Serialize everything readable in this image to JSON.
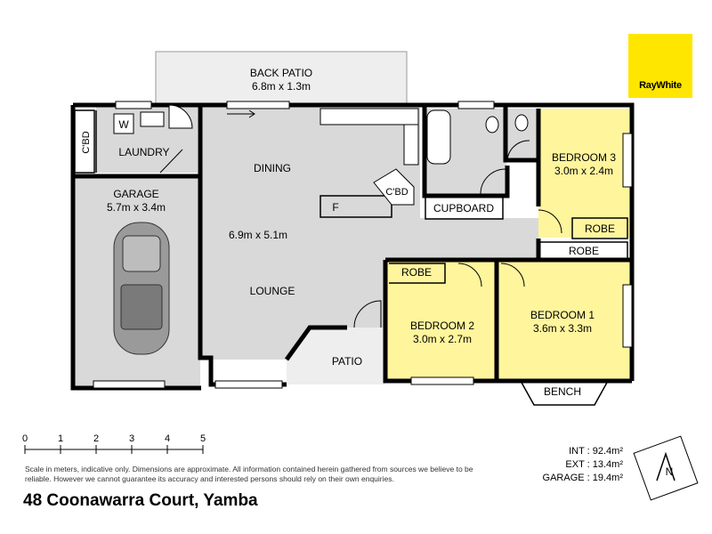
{
  "brand": {
    "name": "RayWhite",
    "color": "#ffe600"
  },
  "rooms": {
    "back_patio": {
      "name": "BACK PATIO",
      "size": "6.8m x 1.3m"
    },
    "laundry": {
      "name": "LAUNDRY",
      "washer": "W"
    },
    "cbd_left": "C'BD",
    "garage": {
      "name": "GARAGE",
      "size": "5.7m x 3.4m"
    },
    "dining": "DINING",
    "dining_lounge_size": "6.9m x 5.1m",
    "lounge": "LOUNGE",
    "kitchen_cbd": "C'BD",
    "fridge": "F",
    "cupboard": "CUPBOARD",
    "bedroom3": {
      "name": "BEDROOM 3",
      "size": "3.0m x 2.4m",
      "robe": "ROBE"
    },
    "bedroom1": {
      "name": "BEDROOM 1",
      "size": "3.6m x 3.3m",
      "robe": "ROBE"
    },
    "bedroom2": {
      "name": "BEDROOM 2",
      "size": "3.0m x 2.7m",
      "robe": "ROBE"
    },
    "patio": "PATIO",
    "bench": "BENCH"
  },
  "scale": {
    "ticks": [
      "0",
      "1",
      "2",
      "3",
      "4",
      "5"
    ]
  },
  "disclaimer": "Scale in meters, indicative only. Dimensions are approximate. All information contained herein gathered from sources we believe to be reliable. However we cannot guarantee its accuracy and interested persons should rely on their own enquiries.",
  "areas": {
    "int": "INT : 92.4m²",
    "ext": "EXT : 13.4m²",
    "garage": "GARAGE : 19.4m²"
  },
  "compass": "N",
  "address": "48 Coonawarra Court, Yamba",
  "colors": {
    "bedroom": "#fff59d",
    "room": "#d9d9d9",
    "patio": "#eeeeee",
    "wall": "#000000"
  }
}
